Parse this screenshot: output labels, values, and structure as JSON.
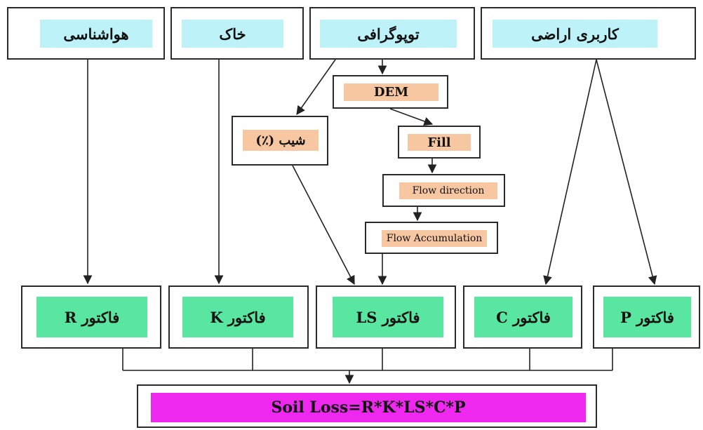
{
  "sources": {
    "climate": "هواشناسی",
    "soil": "خاک",
    "topography": "توپوگرافی",
    "landuse": "کاربری اراضی"
  },
  "steps": {
    "dem": "DEM",
    "slope": "شیب (٪)",
    "fill": "Fill",
    "flow_direction": "Flow direction",
    "flow_accumulation": "Flow Accumulation"
  },
  "factors": {
    "r": "فاکتور R",
    "k": "فاکتور K",
    "ls": "فاکتور LS",
    "c": "فاکتور C",
    "p": "فاکتور P"
  },
  "result": "Soil Loss=R*K*LS*C*P",
  "colors": {
    "source_fill": "#bdf3f8",
    "step_fill": "#f7c7a2",
    "factor_fill": "#59e6a0",
    "result_fill": "#ee28ee"
  }
}
